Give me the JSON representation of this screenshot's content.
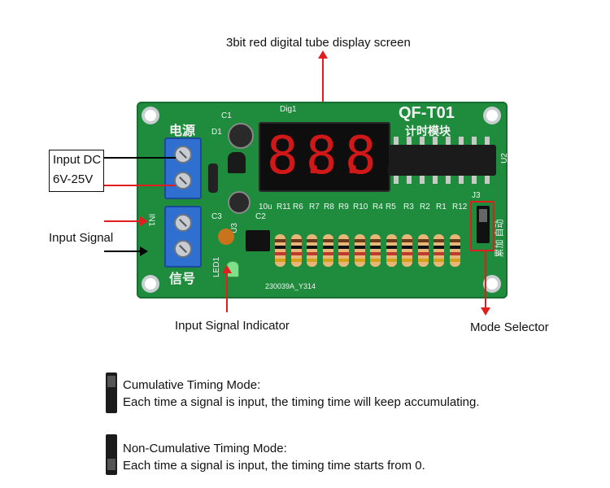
{
  "annotations": {
    "display_title": "3bit red  digital tube display screen",
    "input_dc_line1": "Input DC",
    "input_dc_line2": "6V-25V",
    "input_signal": "Input Signal",
    "input_signal_indicator": "Input Signal Indicator",
    "mode_selector": "Mode Selector"
  },
  "board": {
    "model": "QF-T01",
    "subtitle": "计时模块",
    "power_label": "电源",
    "signal_label": "信号",
    "dig_label": "Dig1",
    "display_digits": [
      "8.",
      "8.",
      "8."
    ],
    "u2": "U2",
    "j3": "J3",
    "in1": "IN1",
    "led1": "LED1",
    "mode_text": "累加   自动",
    "code": "230039A_Y314",
    "component_labels": [
      "C1",
      "D1",
      "C3",
      "U3",
      "C2",
      "10u",
      "R11",
      "R6",
      "R7",
      "R8",
      "R9",
      "R10",
      "R4",
      "R5",
      "R3",
      "R2",
      "R1",
      "R12"
    ]
  },
  "modes": [
    {
      "title": "Cumulative Timing Mode:",
      "description": "Each time a signal is input, the timing time will keep accumulating."
    },
    {
      "title": "Non-Cumulative Timing Mode:",
      "description": "Each time a signal is input, the timing time starts from 0."
    }
  ],
  "colors": {
    "pcb": "#1f8c3d",
    "terminal": "#2f6fd0",
    "digit": "#d01818",
    "arrow": "#e11d1d"
  }
}
